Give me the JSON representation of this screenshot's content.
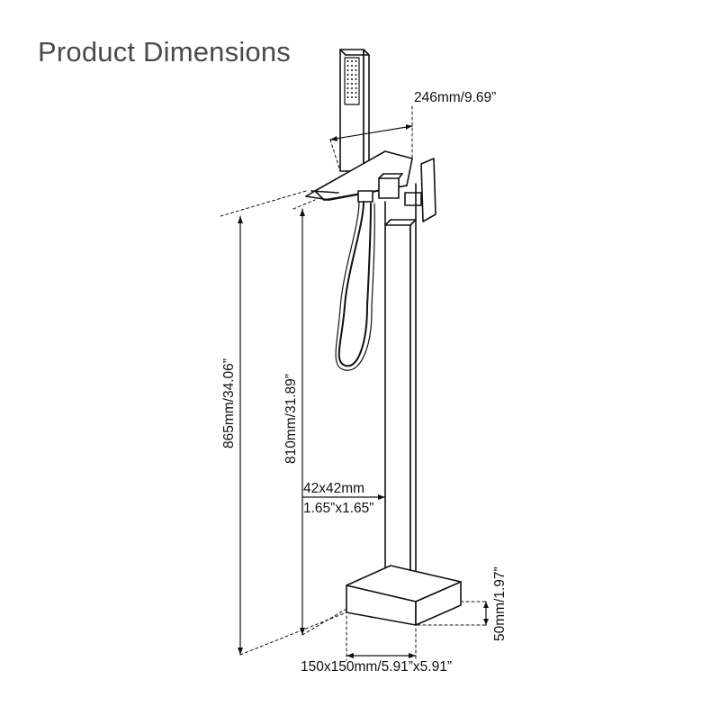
{
  "title": "Product Dimensions",
  "dimensions": {
    "spout_reach": "246mm/9.69”",
    "total_height": "865mm/34.06”",
    "spout_height": "810mm/31.89”",
    "column_size_mm": "42x42mm",
    "column_size_in": "1.65”x1.65”",
    "base_height": "50mm/1.97”",
    "base_size": "150x150mm/5.91”x5.91”"
  }
}
